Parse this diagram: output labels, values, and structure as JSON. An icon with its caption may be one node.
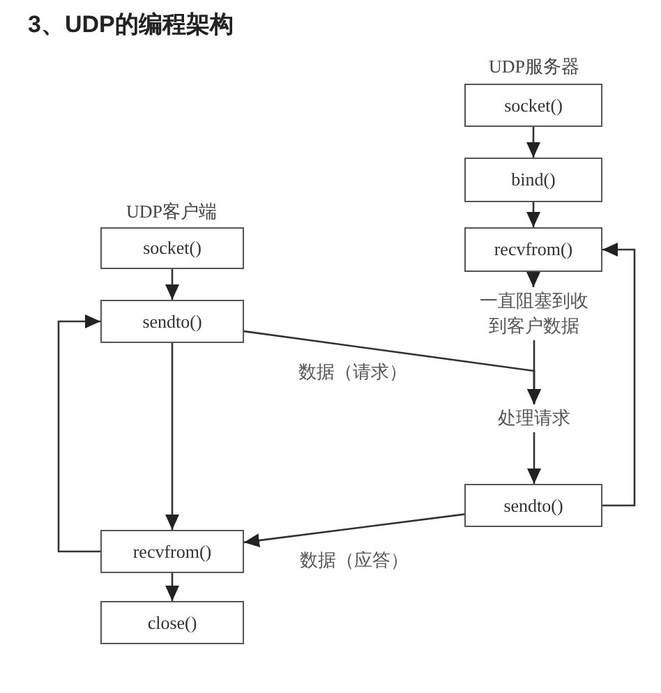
{
  "diagram": {
    "title": "3、UDP的编程架构",
    "nodes": [
      {
        "text": [
          "socket()"
        ]
      },
      {
        "text": [
          "bind()"
        ]
      },
      {
        "text": [
          "recvfrom()"
        ]
      },
      {
        "text": [
          "一直阻塞到收到客户数据"
        ]
      },
      {
        "text": [
          "处理请求"
        ]
      },
      {
        "text": [
          "sendto()"
        ]
      },
      {
        "text": [
          "socket()"
        ]
      },
      {
        "text": [
          "sendto()"
        ]
      },
      {
        "text": [
          "recvfrom()"
        ]
      },
      {
        "text": [
          "close()"
        ]
      }
    ],
    "edges": [
      {
        "from": 0,
        "to": 1,
        "arrow": "to"
      },
      {
        "from": 1,
        "to": 2,
        "arrow": "to"
      },
      {
        "from": 2,
        "to": 3,
        "arrow": "to"
      },
      {
        "from": 3,
        "to": 4,
        "arrow": "to"
      },
      {
        "from": 4,
        "to": 5,
        "arrow": "to"
      },
      {
        "from": 5,
        "to": 2,
        "arrow": "to"
      },
      {
        "from": 6,
        "to": 7,
        "arrow": "to"
      },
      {
        "from": 7,
        "to": 8,
        "arrow": "to"
      },
      {
        "from": 8,
        "to": 9,
        "arrow": "to"
      },
      {
        "from": 8,
        "to": 7,
        "arrow": "to"
      },
      {
        "from": 7,
        "to": 4,
        "label": "数据（请求）",
        "arrow": "to"
      },
      {
        "from": 5,
        "to": 8,
        "label": "数据（应答）",
        "arrow": "to"
      }
    ],
    "labels": [
      "UDP服务器",
      "UDP客户端"
    ]
  }
}
